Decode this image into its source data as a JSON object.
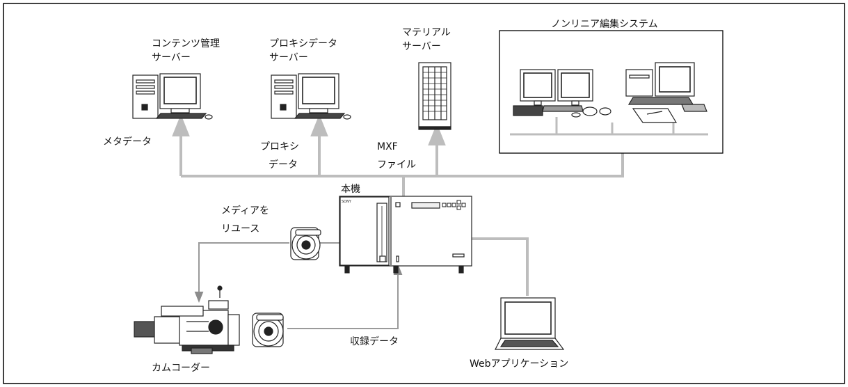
{
  "labels": {
    "content_server": [
      "コンテンツ管理",
      "サーバー"
    ],
    "proxy_server": [
      "プロキシデータ",
      "サーバー"
    ],
    "material_server": [
      "マテリアル",
      "サーバー"
    ],
    "nle_system": "ノンリニア編集システム",
    "metadata": "メタデータ",
    "proxy_data": [
      "プロキシ",
      "データ"
    ],
    "mxf_file": [
      "MXF",
      "ファイル"
    ],
    "main_unit": "本機",
    "media_reuse": [
      "メディアを",
      "リユース"
    ],
    "recorded_data": "収録データ",
    "camcorder": "カムコーダー",
    "web_app": "Webアプリケーション"
  },
  "device_marks": {
    "brand": "SONY"
  },
  "colors": {
    "frame": "#000000",
    "network_line": "#bdbdbd",
    "disc_line": "#9a9a9a",
    "device_fill": "#ffffff",
    "device_stroke": "#222222"
  },
  "icons": [
    "desktop-pc-icon",
    "server-rack-icon",
    "editing-workstation-icon",
    "deck-icon",
    "optical-disc-icon",
    "camcorder-icon",
    "laptop-icon"
  ]
}
